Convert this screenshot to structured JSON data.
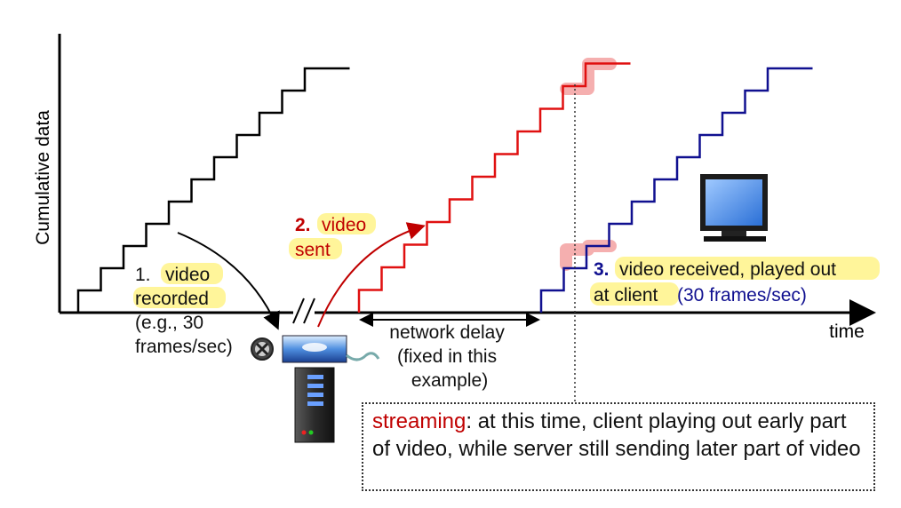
{
  "axes": {
    "y_label": "Cumulative data",
    "x_label": "time"
  },
  "colors": {
    "recorded": "#000000",
    "sent": "#e01010",
    "received": "#101090",
    "highlight": "#fff59a",
    "step_highlight": "#f4a6a6",
    "label_number_sent": "#c00000",
    "label_number_received": "#101090"
  },
  "labels": {
    "recorded": {
      "number": "1.",
      "text_line1": "video",
      "text_line2": "recorded",
      "text_line3": "(e.g., 30",
      "text_line4": "frames/sec)"
    },
    "sent": {
      "number": "2.",
      "text_line1": "video",
      "text_line2": "sent"
    },
    "received": {
      "number": "3.",
      "text_line1": "video received, played out",
      "text_line2": "at client",
      "rate": "(30 frames/sec)"
    },
    "network_delay": {
      "line1": "network delay",
      "line2": "(fixed in this",
      "line3": "example)"
    }
  },
  "note": {
    "keyword": "streaming",
    "rest": ": at this time, client  playing out early part of video, while server still sending later part of video"
  },
  "icons": [
    "axis-break-icon",
    "film-reel-icon",
    "video-strip-icon",
    "server-icon",
    "monitor-icon"
  ]
}
